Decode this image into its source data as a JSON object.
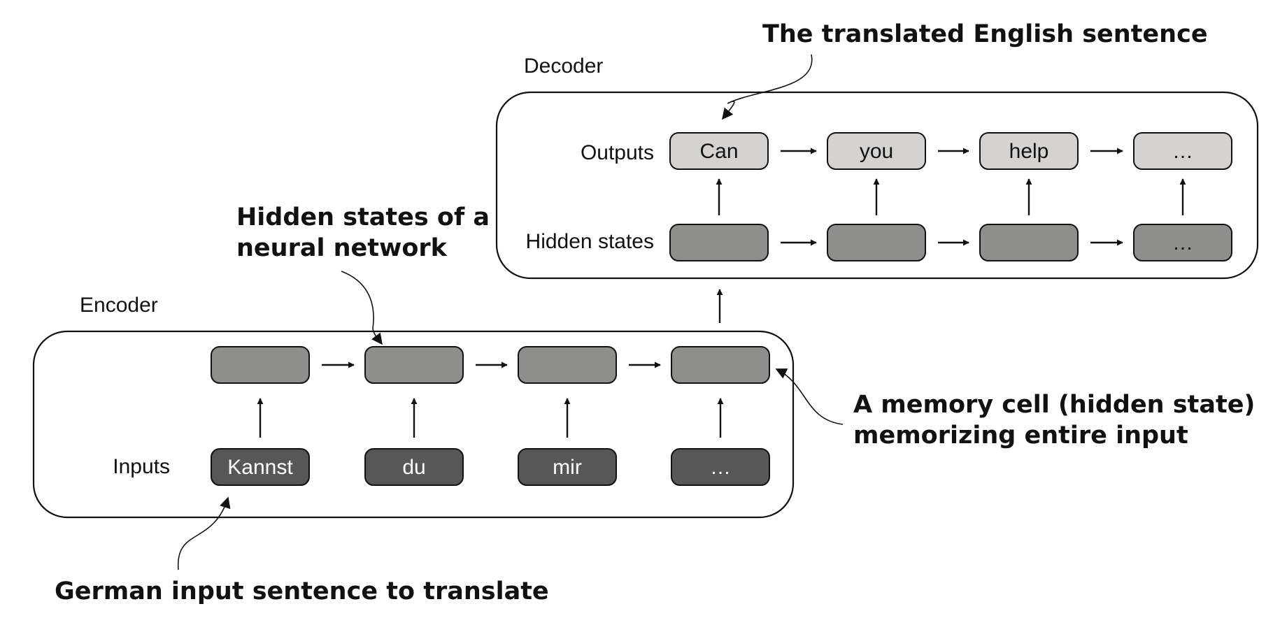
{
  "colors": {
    "input_fill": "#575757",
    "hidden_fill": "#8e8e8c",
    "output_fill": "#d4d3d1",
    "stroke": "#111111"
  },
  "annotations": {
    "translated": "The translated English sentence",
    "hidden_line1": "Hidden states of a",
    "hidden_line2": "neural network",
    "memory_line1": "A memory cell (hidden state)",
    "memory_line2": "memorizing entire input",
    "german": "German input sentence to translate"
  },
  "decoder": {
    "title": "Decoder",
    "outputs_label": "Outputs",
    "hidden_label": "Hidden states",
    "outputs": [
      "Can",
      "you",
      "help",
      "…"
    ],
    "hidden": [
      "",
      "",
      "",
      "…"
    ]
  },
  "encoder": {
    "title": "Encoder",
    "inputs_label": "Inputs",
    "inputs": [
      "Kannst",
      "du",
      "mir",
      "…"
    ],
    "hidden": [
      "",
      "",
      "",
      ""
    ]
  }
}
